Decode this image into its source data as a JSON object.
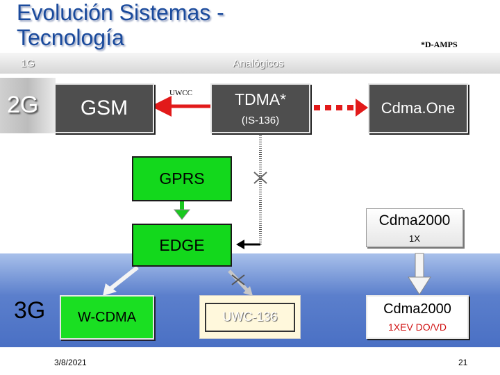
{
  "header": {
    "title_line1": "Evolución Sistemas -",
    "title_line2": "Tecnología",
    "note": "*D-AMPS"
  },
  "generations": {
    "g1": {
      "label": "1G",
      "sublabel": "Analógicos"
    },
    "g2": {
      "label": "2G"
    },
    "g3": {
      "label": "3G"
    }
  },
  "nodes": {
    "gsm": "GSM",
    "tdma": {
      "line1": "TDMA*",
      "line2": "(IS-136)"
    },
    "cdmaone": "Cdma.One",
    "gprs": "GPRS",
    "edge": "EDGE",
    "cdma2000_1x": {
      "line1": "Cdma2000",
      "line2": "1X"
    },
    "wcdma": "W-CDMA",
    "uwc136": "UWC-136",
    "cdma2000_1xev": {
      "line1": "Cdma2000",
      "line2": "1XEV DO/VD"
    }
  },
  "connectors": {
    "uwcc_label": "UWCC"
  },
  "footer": {
    "date": "3/8/2021",
    "page": "21"
  },
  "colors": {
    "title": "#1a4a9c",
    "node_dark": "#4e4e4e",
    "node_green": "#13d81c",
    "arrow_red": "#e21a1a",
    "band_3g": "#5b7fcc"
  }
}
